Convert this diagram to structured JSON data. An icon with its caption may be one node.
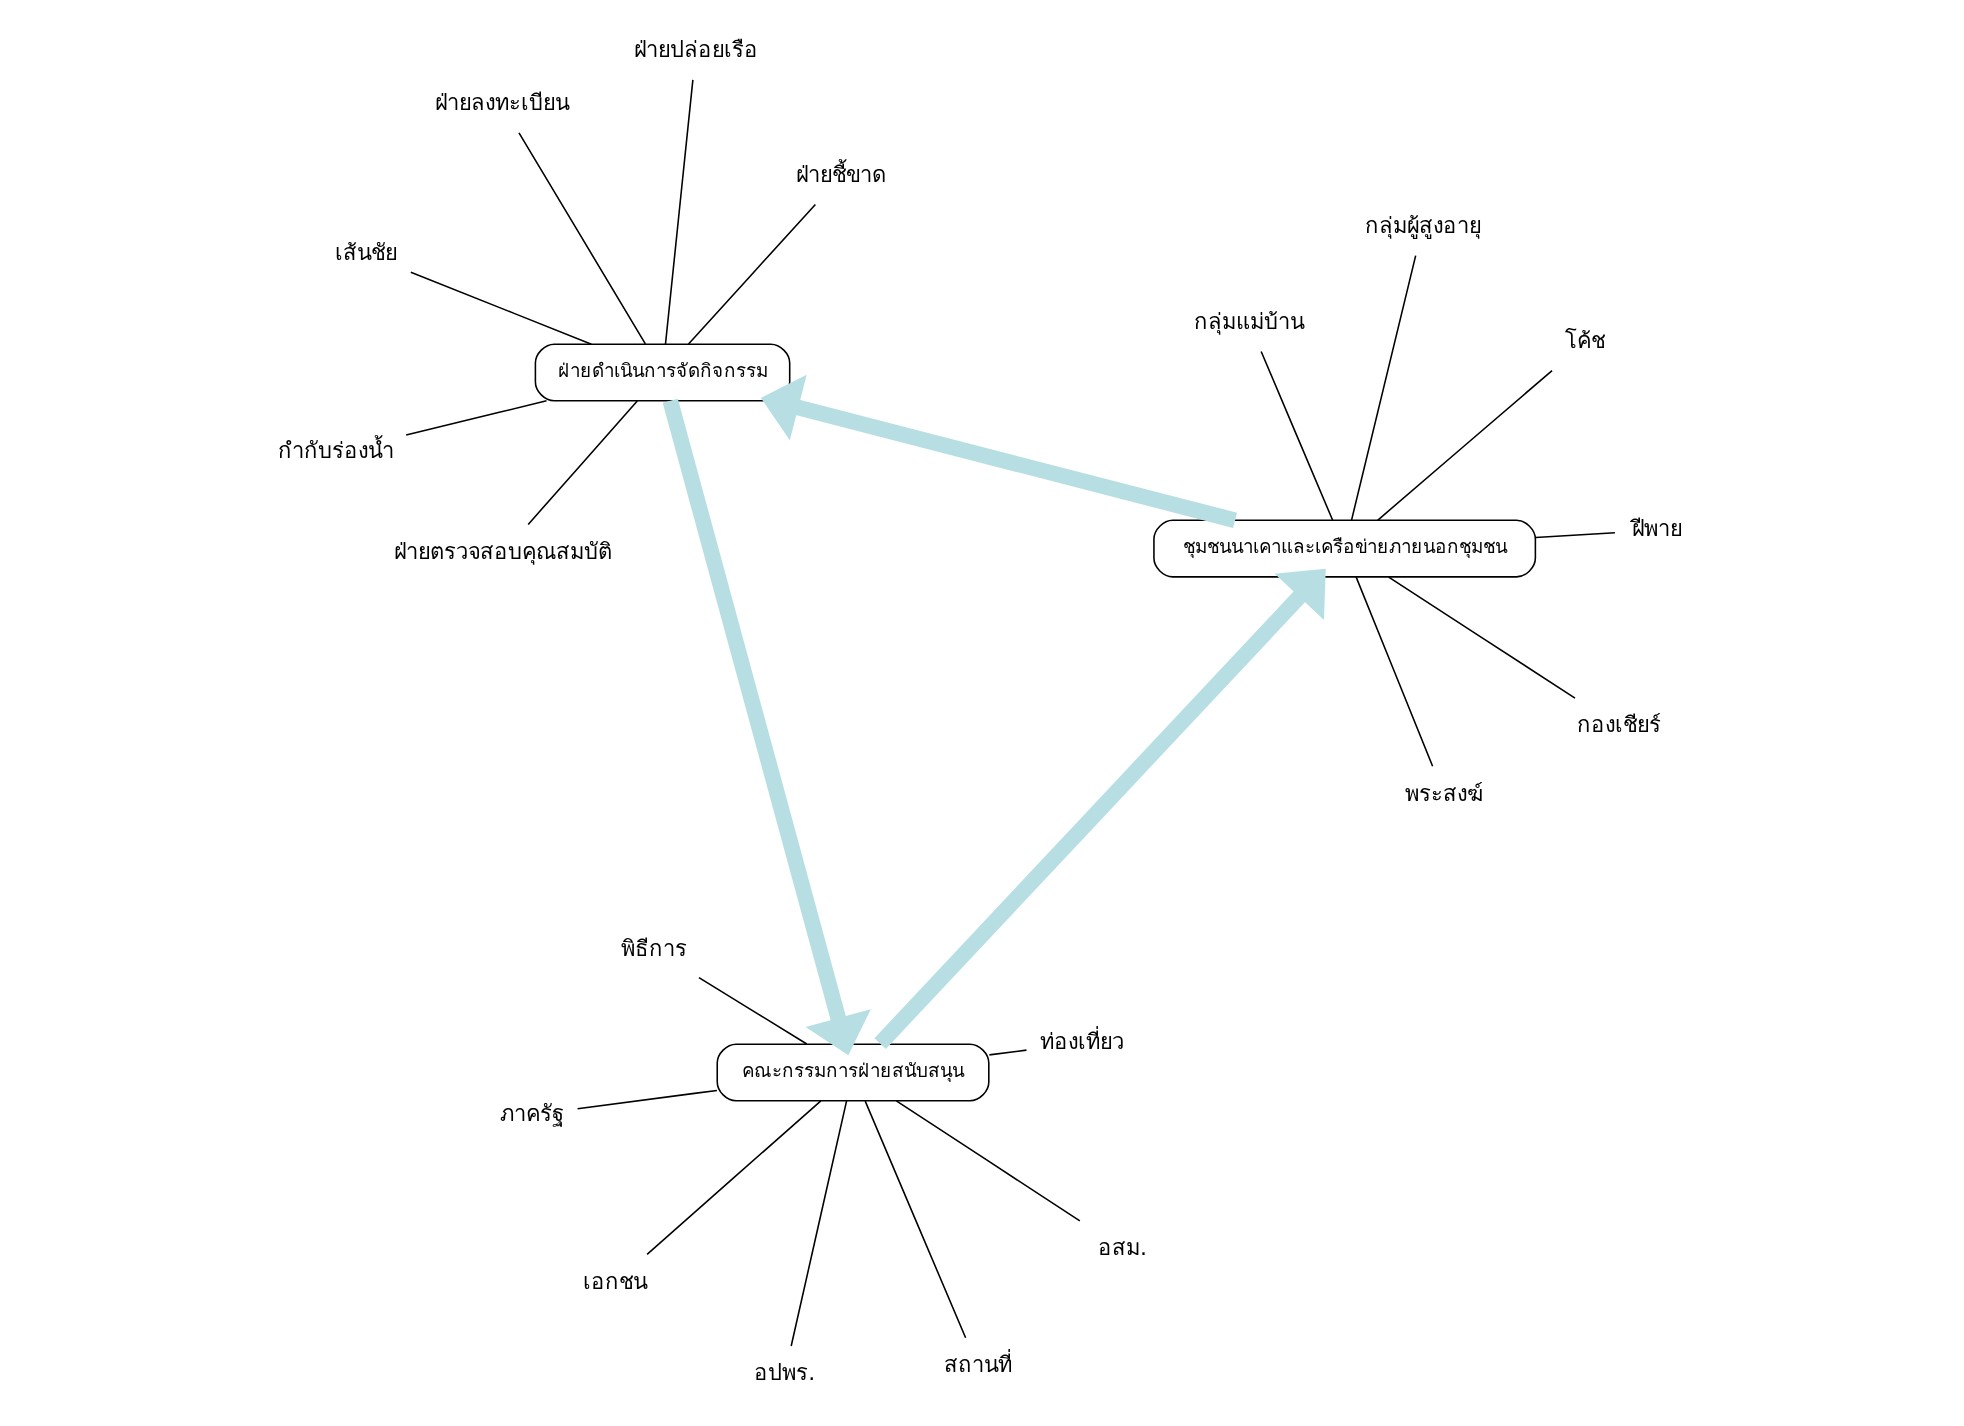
{
  "diagram": {
    "nodes": [
      {
        "text": [
          "คณะกรรมการฝ่ายสนับสนุน"
        ]
      },
      {
        "text": [
          "อสม."
        ]
      },
      {
        "text": [
          "อปพร."
        ]
      },
      {
        "text": [
          "พิธีการ"
        ]
      },
      {
        "text": [
          "ท่องเที่ยว"
        ]
      },
      {
        "text": [
          "ภาครัฐ"
        ]
      },
      {
        "text": [
          "เอกชน"
        ]
      },
      {
        "text": [
          "สถานที่"
        ]
      },
      {
        "text": [
          "ชุมชนนาเคาและเครือข่ายภายนอกชุมชน"
        ]
      },
      {
        "text": [
          "กองเชียร์"
        ]
      },
      {
        "text": [
          "พระสงฆ์"
        ]
      },
      {
        "text": [
          "กลุ่มแม่บ้าน"
        ]
      },
      {
        "text": [
          "ฝีพาย"
        ]
      },
      {
        "text": [
          "โค้ช"
        ]
      },
      {
        "text": [
          "กลุ่มผู้สูงอายุ"
        ]
      },
      {
        "text": [
          "ฝ่ายดำเนินการจัดกิจกรรม"
        ]
      },
      {
        "text": [
          "ฝ่ายตรวจสอบคุณสมบัติ"
        ]
      },
      {
        "text": [
          "ฝ่ายลงทะเบียน"
        ]
      },
      {
        "text": [
          "เส้นชัย"
        ]
      },
      {
        "text": [
          "ฝ่ายปล่อยเรือ"
        ]
      },
      {
        "text": [
          "ฝ่ายชี้ขาด"
        ]
      },
      {
        "text": [
          "กำกับร่องน้ำ"
        ]
      }
    ],
    "edges": [
      {
        "from": 0,
        "to": 1,
        "arrow": "none"
      },
      {
        "from": 0,
        "to": 2,
        "arrow": "none"
      },
      {
        "from": 0,
        "to": 3,
        "arrow": "none"
      },
      {
        "from": 0,
        "to": 4,
        "arrow": "none"
      },
      {
        "from": 0,
        "to": 5,
        "arrow": "none"
      },
      {
        "from": 0,
        "to": 6,
        "arrow": "none"
      },
      {
        "from": 0,
        "to": 7,
        "arrow": "none"
      },
      {
        "from": 8,
        "to": 9,
        "arrow": "none"
      },
      {
        "from": 8,
        "to": 10,
        "arrow": "none"
      },
      {
        "from": 8,
        "to": 11,
        "arrow": "none"
      },
      {
        "from": 8,
        "to": 12,
        "arrow": "none"
      },
      {
        "from": 8,
        "to": 13,
        "arrow": "none"
      },
      {
        "from": 8,
        "to": 14,
        "arrow": "none"
      },
      {
        "from": 15,
        "to": 16,
        "arrow": "none"
      },
      {
        "from": 15,
        "to": 17,
        "arrow": "none"
      },
      {
        "from": 15,
        "to": 18,
        "arrow": "none"
      },
      {
        "from": 15,
        "to": 19,
        "arrow": "none"
      },
      {
        "from": 15,
        "to": 20,
        "arrow": "none"
      },
      {
        "from": 15,
        "to": 21,
        "arrow": "none"
      },
      {
        "from": 0,
        "to": 8,
        "arrow": "to",
        "style": "thick",
        "color": "#b7dfe3"
      },
      {
        "from": 8,
        "to": 15,
        "arrow": "to",
        "style": "thick",
        "color": "#b7dfe3"
      },
      {
        "from": 15,
        "to": 0,
        "arrow": "to",
        "style": "thick",
        "color": "#b7dfe3"
      }
    ]
  }
}
